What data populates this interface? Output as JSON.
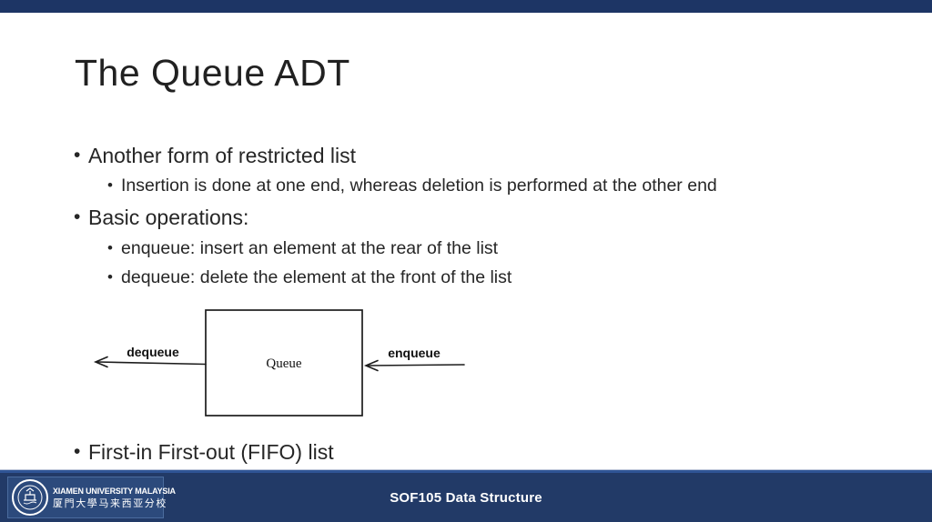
{
  "slide": {
    "title": "The Queue ADT",
    "bullets": [
      {
        "level": 1,
        "text": "Another form of restricted list"
      },
      {
        "level": 2,
        "text": "Insertion is done at one end, whereas deletion is performed at the other end"
      },
      {
        "level": 1,
        "text": "Basic operations:"
      },
      {
        "level": 2,
        "text": "enqueue: insert an element at the rear of the list"
      },
      {
        "level": 2,
        "text": "dequeue: delete the element at the front of the list"
      }
    ],
    "fifo_bullet": "First-in First-out (FIFO) list"
  },
  "diagram": {
    "box_label": "Queue",
    "left_arrow_label": "dequeue",
    "right_arrow_label": "enqueue"
  },
  "footer": {
    "course_label": "SOF105 Data Structure",
    "university_name": "XIAMEN UNIVERSITY MALAYSIA",
    "university_name_cn": "厦門大學马来西亚分校"
  },
  "colors": {
    "top_bar": "#1d3565",
    "footer_bar": "#223a67",
    "footer_accent_line": "#2f5496",
    "logo_panel": "#2c4a7c",
    "body_text": "#262626"
  }
}
